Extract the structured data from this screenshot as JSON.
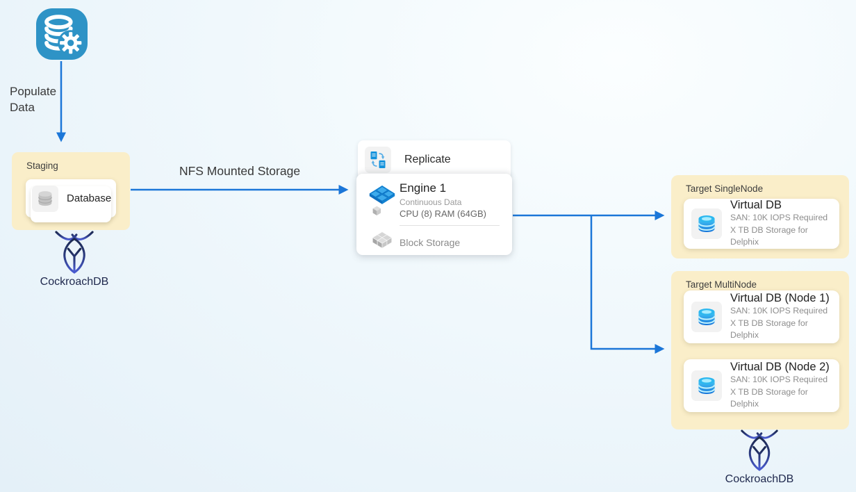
{
  "colors": {
    "arrow_blue": "#1b76d8",
    "group_bg": "#faeec9",
    "source_icon_blue": "#2e93c6",
    "engine_blue": "#1e90dd",
    "logo_navy": "#20294e"
  },
  "icons": {
    "source": "database-gear-icon",
    "staging_card": "database-icon",
    "replicate": "replicate-sync-icon",
    "engine": "engine-cube-grid-icon",
    "block_storage": "block-storage-cubes-icon",
    "virtual_db": "virtual-db-icon",
    "logo": "cockroachdb-bug-logo"
  },
  "source": {
    "arrow_label": "Populate Data"
  },
  "staging": {
    "title": "Staging",
    "card_label": "Database",
    "logo_label": "CockroachDB"
  },
  "nfs": {
    "label": "NFS Mounted Storage"
  },
  "engine": {
    "replicate_label": "Replicate",
    "title": "Engine 1",
    "line1": "Continuous Data",
    "line2": "CPU (8) RAM (64GB)",
    "block_label": "Block Storage"
  },
  "target_single": {
    "title": "Target SingleNode",
    "node": {
      "title": "Virtual DB",
      "line1": "SAN: 10K IOPS Required",
      "line2": "X TB DB Storage for Delphix"
    }
  },
  "target_multi": {
    "title": "Target MultiNode",
    "node1": {
      "title": "Virtual DB (Node 1)",
      "line1": "SAN: 10K IOPS Required",
      "line2": "X TB DB Storage for Delphix"
    },
    "node2": {
      "title": "Virtual DB (Node 2)",
      "line1": "SAN: 10K IOPS Required",
      "line2": "X TB DB Storage for Delphix"
    }
  },
  "target_logo_label": "CockroachDB"
}
